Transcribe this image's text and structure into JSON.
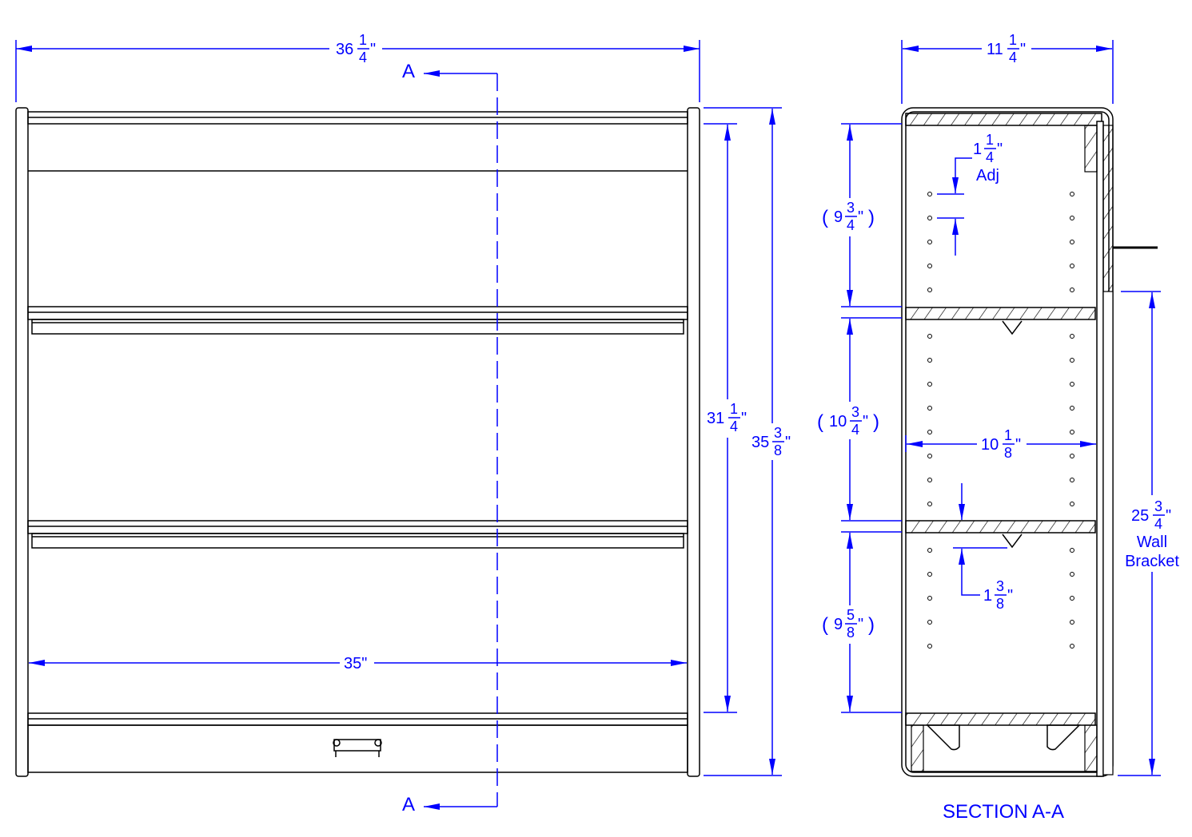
{
  "front_view": {
    "overall_width": {
      "whole": "36",
      "num": "1",
      "den": "4",
      "unit": "\""
    },
    "inner_width": "35\"",
    "inner_height": {
      "whole": "31",
      "num": "1",
      "den": "4",
      "unit": "\""
    },
    "overall_height": {
      "whole": "35",
      "num": "3",
      "den": "8",
      "unit": "\""
    },
    "section_marker_top": "A",
    "section_marker_bottom": "A"
  },
  "section_view": {
    "title": "SECTION A-A",
    "depth": {
      "whole": "11",
      "num": "1",
      "den": "4",
      "unit": "\""
    },
    "adjust_increment": {
      "whole": "1",
      "num": "1",
      "den": "4",
      "unit": "\"",
      "label": "Adj"
    },
    "top_opening": {
      "open": "(",
      "whole": "9",
      "num": "3",
      "den": "4",
      "unit": "\"",
      "close": ")"
    },
    "middle_opening": {
      "open": "(",
      "whole": "10",
      "num": "3",
      "den": "4",
      "unit": "\"",
      "close": ")"
    },
    "bottom_opening": {
      "open": "(",
      "whole": "9",
      "num": "5",
      "den": "8",
      "unit": "\"",
      "close": ")"
    },
    "shelf_depth": {
      "whole": "10",
      "num": "1",
      "den": "8",
      "unit": "\""
    },
    "shelf_thickness": {
      "whole": "1",
      "num": "3",
      "den": "8",
      "unit": "\""
    },
    "wall_bracket": {
      "whole": "25",
      "num": "3",
      "den": "4",
      "unit": "\"",
      "label1": "Wall",
      "label2": "Bracket"
    }
  },
  "colors": {
    "dimension": "#0000ff",
    "geometry": "#000000"
  }
}
